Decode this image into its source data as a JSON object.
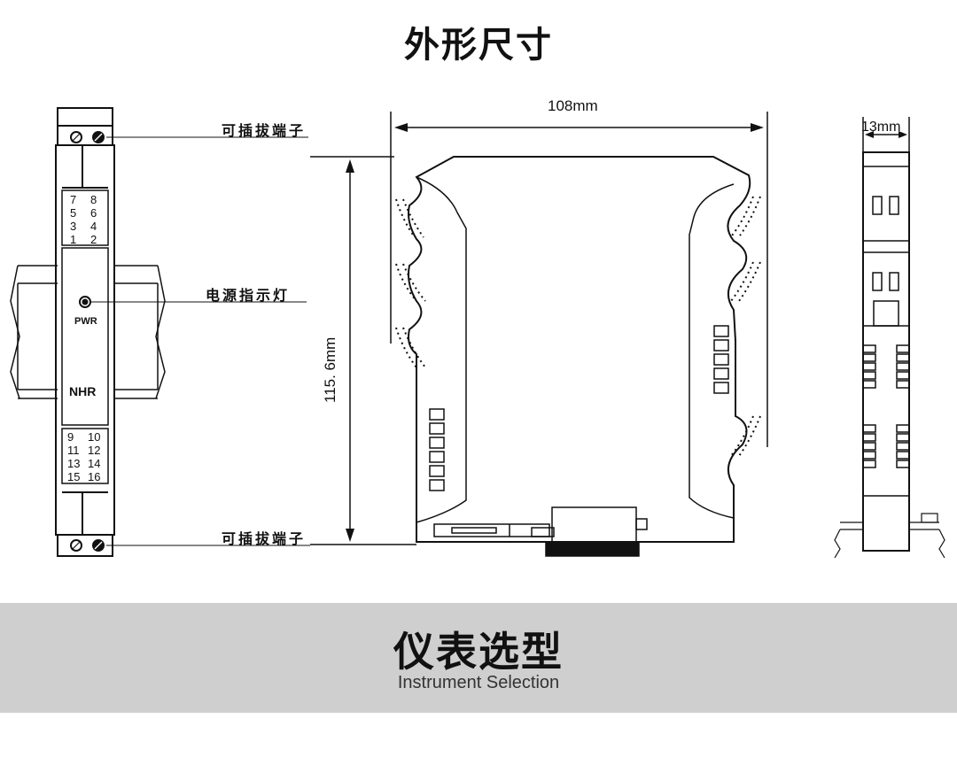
{
  "header": {
    "title": "外形尺寸"
  },
  "front_view": {
    "top_terminals": [
      "7",
      "8",
      "5",
      "6",
      "3",
      "4",
      "1",
      "2"
    ],
    "bottom_terminals": [
      "9",
      "10",
      "11",
      "12",
      "13",
      "14",
      "15",
      "16"
    ],
    "pwr_label": "PWR",
    "logo": "NHR"
  },
  "callouts": {
    "top_terminal": "可插拔端子",
    "power_led": "电源指示灯",
    "bottom_terminal": "可插拔端子"
  },
  "dimensions": {
    "length": "108mm",
    "height": "115. 6mm",
    "width": "13mm"
  },
  "section": {
    "title": "仪表选型",
    "subtitle": "Instrument Selection"
  }
}
